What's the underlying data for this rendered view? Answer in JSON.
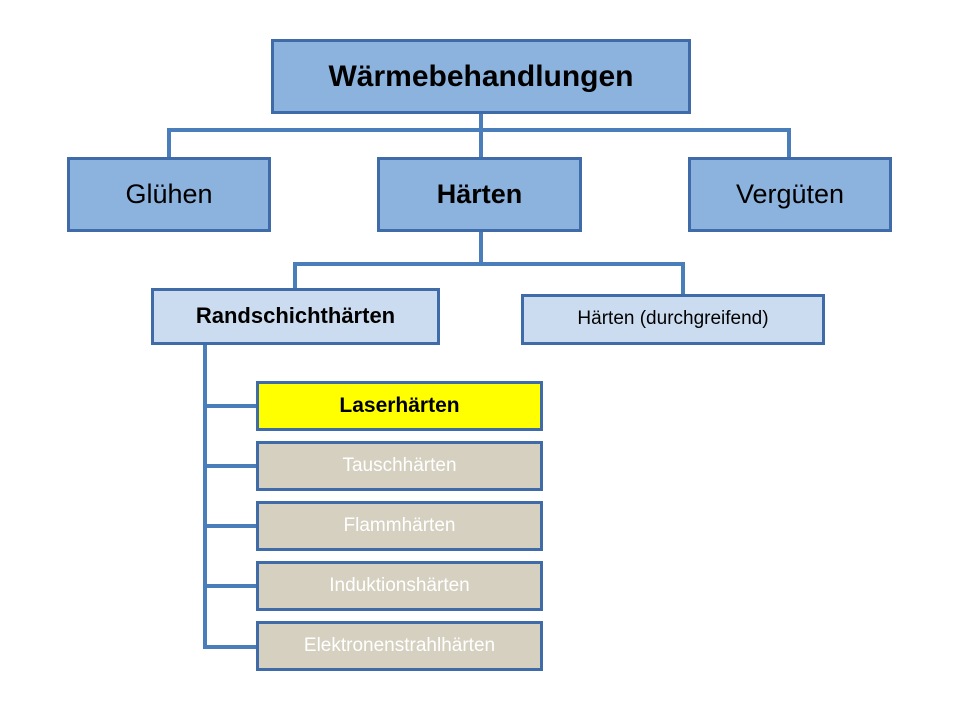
{
  "diagram": {
    "title": "Wärmebehandlungen",
    "type": "tree",
    "colors": {
      "box_mid_fill": "#8cb3de",
      "box_pale_fill": "#ccdcf0",
      "box_border": "#3f6ba8",
      "highlight_fill": "#ffff00",
      "disabled_fill": "#d5d0c0",
      "disabled_text": "#ffffff",
      "connector": "#4a7ebb",
      "background": "#ffffff"
    },
    "root": {
      "label": "Wärmebehandlungen"
    },
    "level2": [
      {
        "label": "Glühen"
      },
      {
        "label": "Härten"
      },
      {
        "label": "Vergüten"
      }
    ],
    "level3": [
      {
        "label": "Randschichthärten"
      },
      {
        "label": "Härten (durchgreifend)"
      }
    ],
    "leaves": [
      {
        "label": "Laserhärten",
        "state": "highlighted"
      },
      {
        "label": "Tauschhärten",
        "state": "dimmed"
      },
      {
        "label": "Flammhärten",
        "state": "dimmed"
      },
      {
        "label": "Induktionshärten",
        "state": "dimmed"
      },
      {
        "label": "Elektronenstrahlhärten",
        "state": "dimmed"
      }
    ]
  }
}
